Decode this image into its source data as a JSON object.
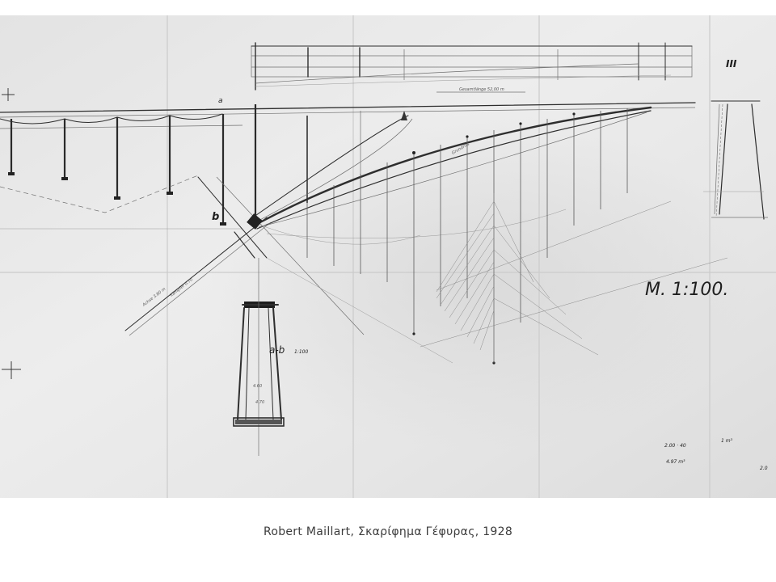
{
  "caption": "Robert Maillart, Σκαρίφημα Γέφυρας, 1928",
  "drawing": {
    "scale_label": "M. 1:100.",
    "section_label": "a-b",
    "section_scale": "1:100",
    "elevation_label": "III",
    "point_label_b": "b",
    "point_label_a": "a",
    "note_line1": "2.00 · 40",
    "note_line2": "1 m³",
    "note_line3": "4.97 m³",
    "corner_mark": "2.0"
  }
}
